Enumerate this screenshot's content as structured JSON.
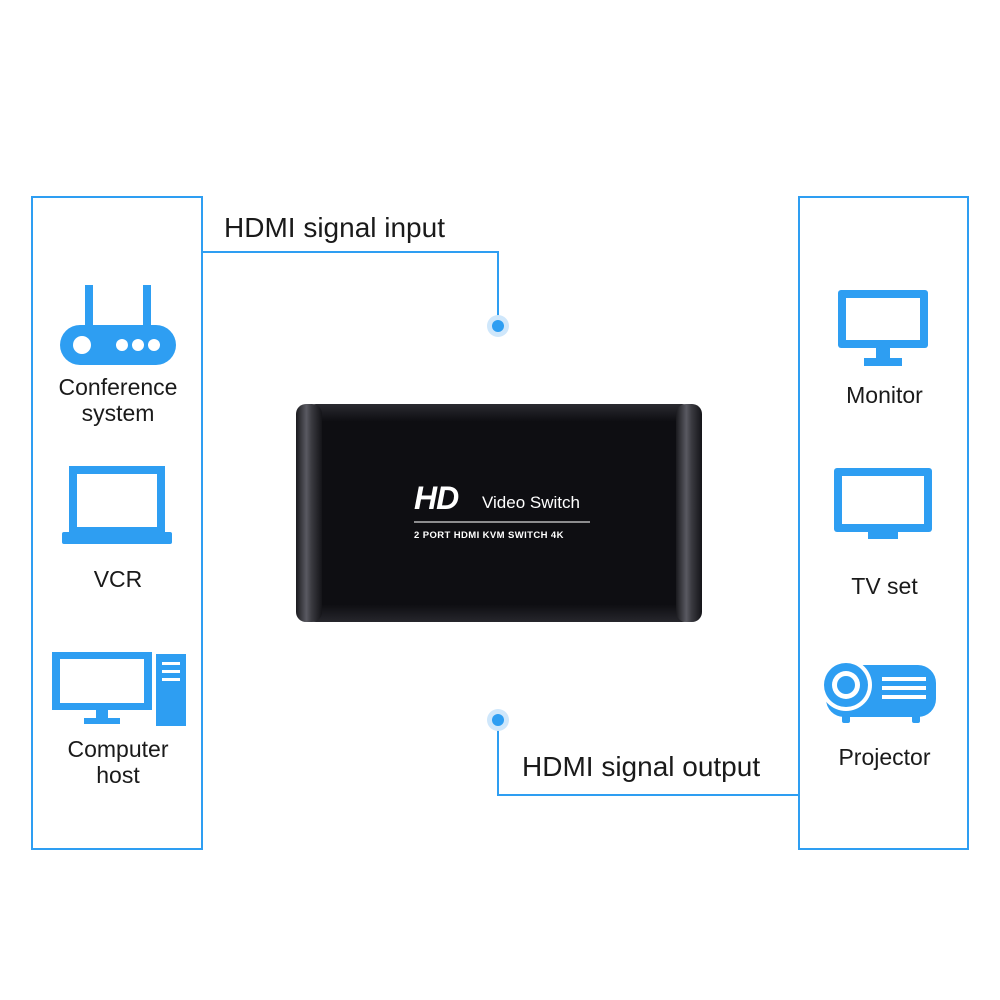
{
  "inputs": {
    "items": [
      {
        "label": "Conference\nsystem",
        "icon": "router-icon"
      },
      {
        "label": "VCR",
        "icon": "laptop-icon"
      },
      {
        "label": "Computer\nhost",
        "icon": "desktop-computer-icon"
      }
    ]
  },
  "outputs": {
    "items": [
      {
        "label": "Monitor",
        "icon": "monitor-icon"
      },
      {
        "label": "TV set",
        "icon": "tv-icon"
      },
      {
        "label": "Projector",
        "icon": "projector-icon"
      }
    ]
  },
  "callouts": {
    "input": "HDMI signal input",
    "output": "HDMI signal output"
  },
  "device": {
    "logo": "HD",
    "title": "Video Switch",
    "subtitle": "2 PORT HDMI KVM SWITCH 4K"
  },
  "colors": {
    "accent": "#2e9ef2",
    "device_body": "#141418"
  }
}
